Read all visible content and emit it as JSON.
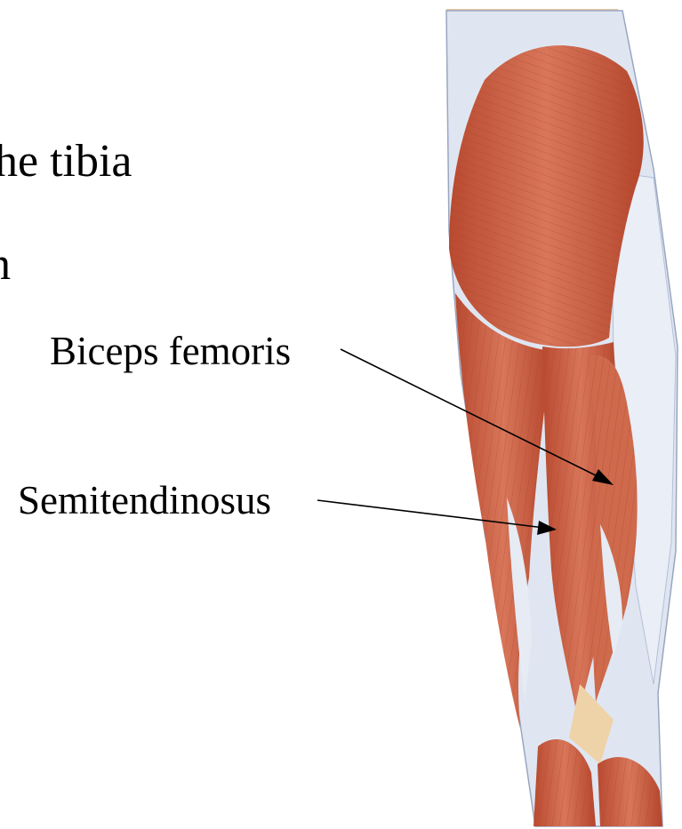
{
  "text_fragments": {
    "line1": "he tibia",
    "line2": "h"
  },
  "labels": {
    "biceps_femoris": "Biceps femoris",
    "semitendinosus": "Semitendinosus"
  },
  "colors": {
    "muscle": "#c85a3c",
    "muscle_light": "#e0866a",
    "tendon": "#dfe6f2",
    "background": "#ffffff"
  }
}
